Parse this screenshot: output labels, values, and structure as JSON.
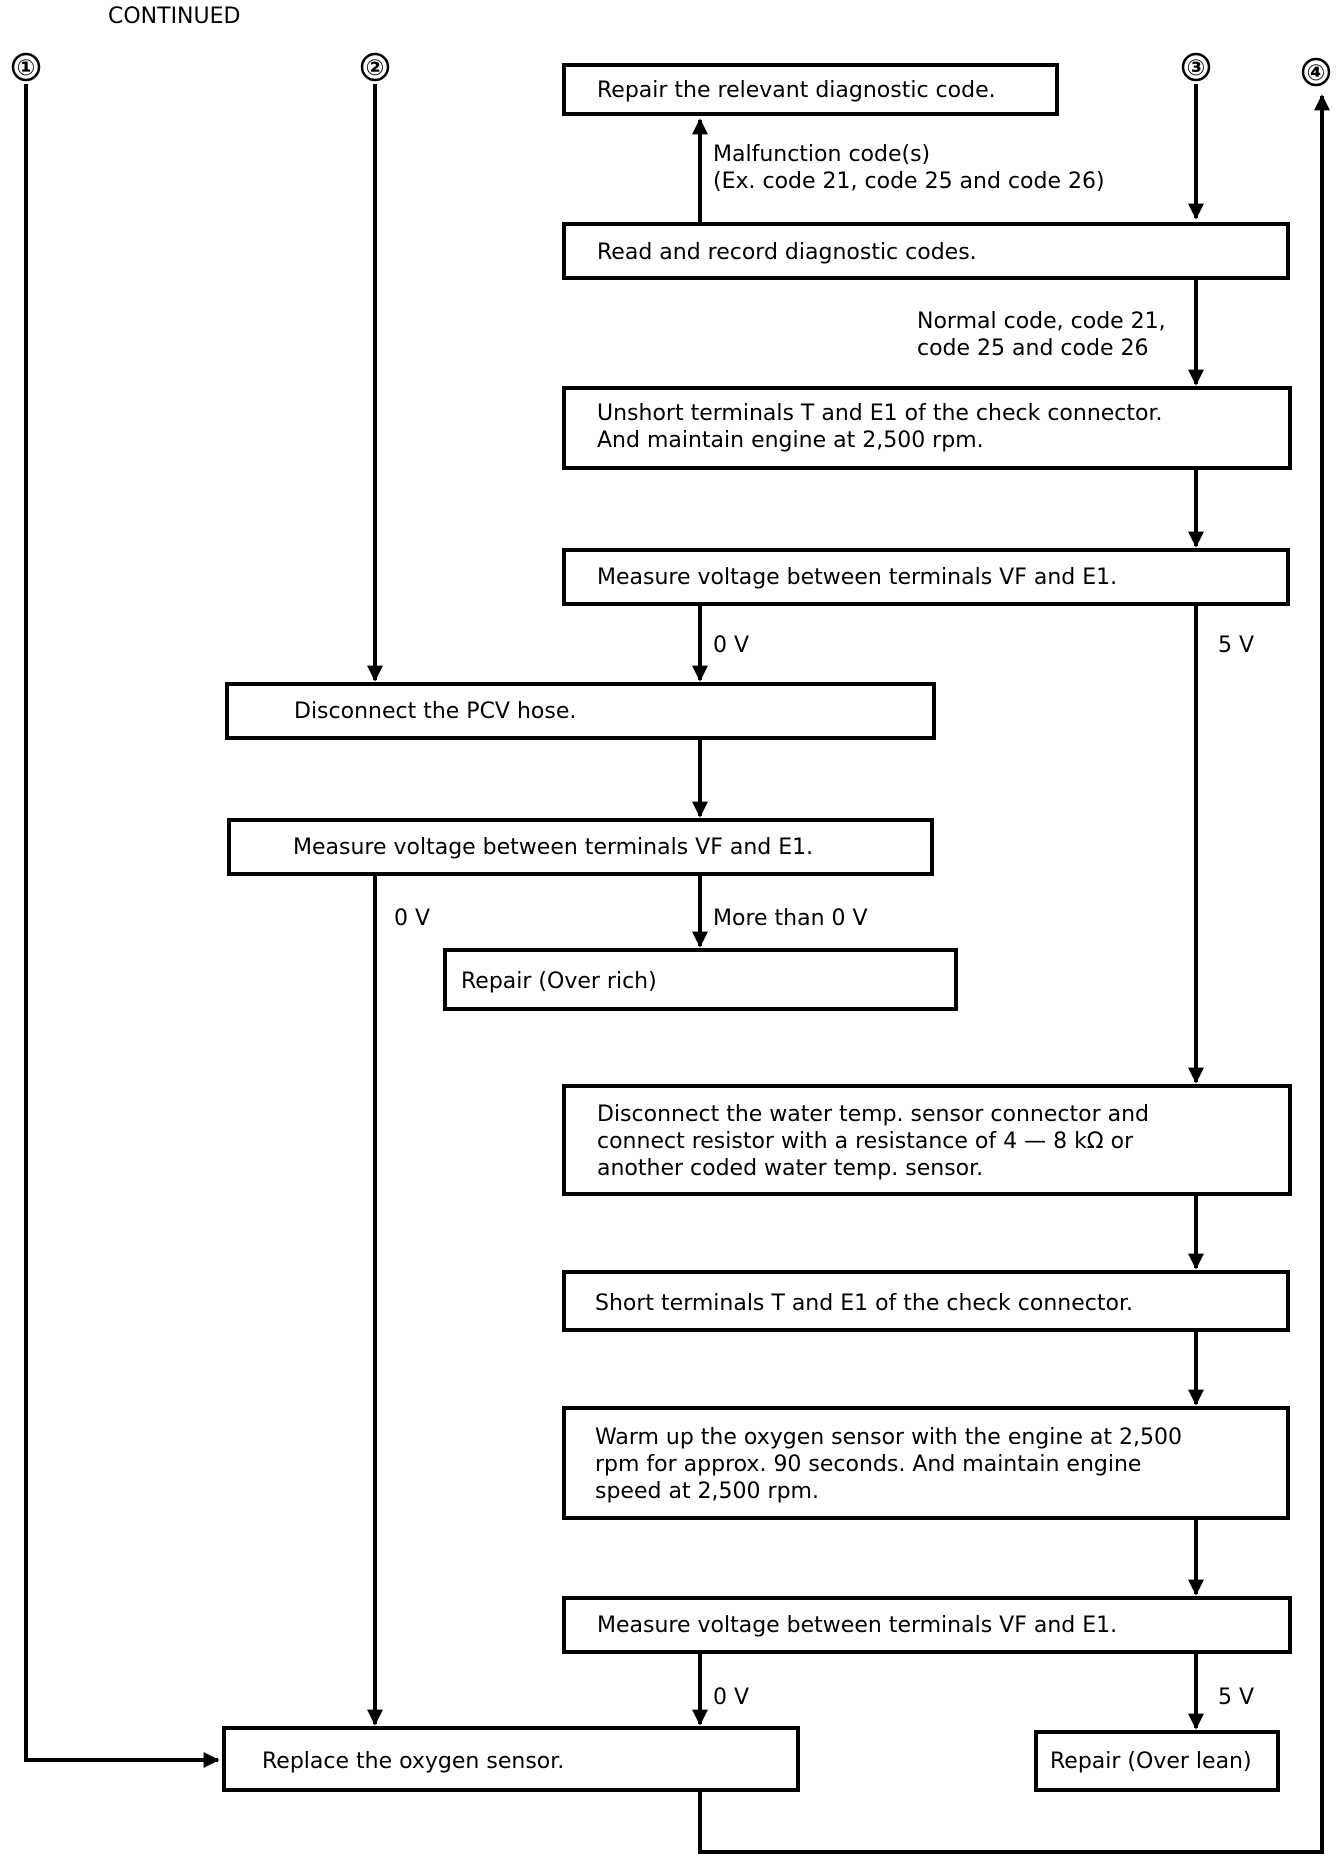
{
  "header": {
    "label": "CONTINUED"
  },
  "connectors": [
    "①",
    "②",
    "③",
    "④"
  ],
  "boxes": {
    "repair_code": [
      "Repair the relevant diagnostic code."
    ],
    "read_codes": [
      "Read and record diagnostic codes."
    ],
    "unshort": [
      "Unshort terminals T and E1 of the check connector.",
      "And maintain engine at 2,500 rpm."
    ],
    "measure1": [
      "Measure voltage between terminals VF and E1."
    ],
    "pcv": [
      "Disconnect the PCV hose."
    ],
    "measure2": [
      "Measure voltage between terminals VF and E1."
    ],
    "over_rich": [
      "Repair (Over rich)"
    ],
    "water_temp": [
      "Disconnect the water temp. sensor connector and",
      "connect resistor with a resistance of 4 — 8 kΩ or",
      "another coded water temp. sensor."
    ],
    "short": [
      "Short terminals T and E1 of the check connector."
    ],
    "warm_up": [
      "Warm up the oxygen sensor with the engine at 2,500",
      "rpm for approx. 90 seconds.  And maintain engine",
      "speed at 2,500 rpm."
    ],
    "measure3": [
      "Measure voltage between terminals VF and E1."
    ],
    "replace": [
      "Replace the oxygen sensor."
    ],
    "over_lean": [
      "Repair (Over lean)"
    ]
  },
  "labels": {
    "malfunction": [
      "Malfunction code(s)",
      "(Ex. code 21, code 25 and code 26)"
    ],
    "normal": [
      "Normal code, code 21,",
      "code 25 and code 26"
    ],
    "m1_0v": "0 V",
    "m1_5v": "5 V",
    "m2_0v": "0 V",
    "m2_more": "More than 0 V",
    "m3_0v": "0 V",
    "m3_5v": "5 V"
  }
}
